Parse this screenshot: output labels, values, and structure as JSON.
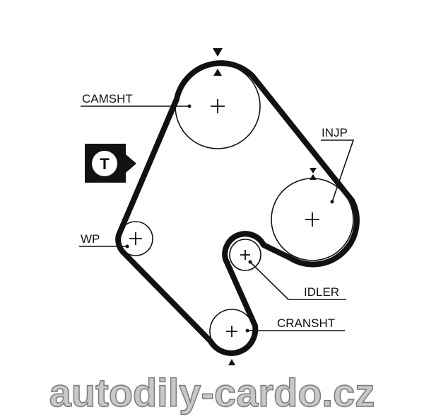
{
  "labels": {
    "camshaft": "CAMSHT",
    "injection_pump": "INJP",
    "water_pump": "WP",
    "idler": "IDLER",
    "crankshaft": "CRANSHT",
    "tensioner_badge": "T"
  },
  "watermark": "autodily-cardo.cz",
  "colors": {
    "belt": "#111111",
    "watermark": "#c8c8c8"
  }
}
